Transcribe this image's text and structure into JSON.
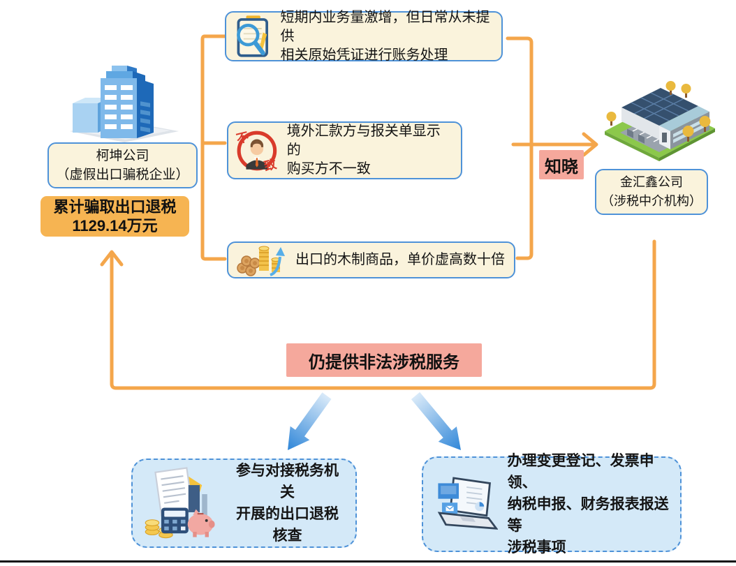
{
  "left_company": {
    "label": "柯坤公司\n（虚假出口骗税企业）",
    "icon": "office-tower-icon"
  },
  "left_highlight": {
    "text": "累计骗取出口退税\n1129.14万元"
  },
  "evidence_boxes": [
    {
      "icon": "clipboard-magnifier-icon",
      "text": "短期内业务量激增，但日常从未提供\n相关原始凭证进行账务处理"
    },
    {
      "icon": "mismatch-person-icon",
      "text": "境外汇款方与报关单显示的\n购买方不一致"
    },
    {
      "icon": "wood-coins-rise-icon",
      "text": "出口的木制商品，单价虚高数十倍"
    }
  ],
  "mismatch_stamp": {
    "left": "不",
    "right": "致"
  },
  "know_label": "知晓",
  "right_company": {
    "label": "金汇鑫公司\n（涉税中介机构）",
    "icon": "factory-building-icon"
  },
  "still_label": "仍提供非法涉税服务",
  "bottom_boxes": [
    {
      "icon": "documents-calculator-icon",
      "text": "参与对接税务机关\n开展的出口退税核查",
      "align": "center"
    },
    {
      "icon": "laptop-documents-icon",
      "text": "办理变更登记、发票申领、\n纳税申报、财务报表报送等\n涉税事项",
      "align": "left"
    }
  ],
  "colors": {
    "connector_orange": "#F4A64B",
    "box_cream": "#FAF3DC",
    "box_border_blue": "#4E92D8",
    "highlight_orange": "#F6B452",
    "highlight_pink": "#F5A89C",
    "bottom_box_blue": "#D4E9F8",
    "arrow_blue_dark": "#2F86D8",
    "arrow_blue_light": "#D9EAF9"
  }
}
